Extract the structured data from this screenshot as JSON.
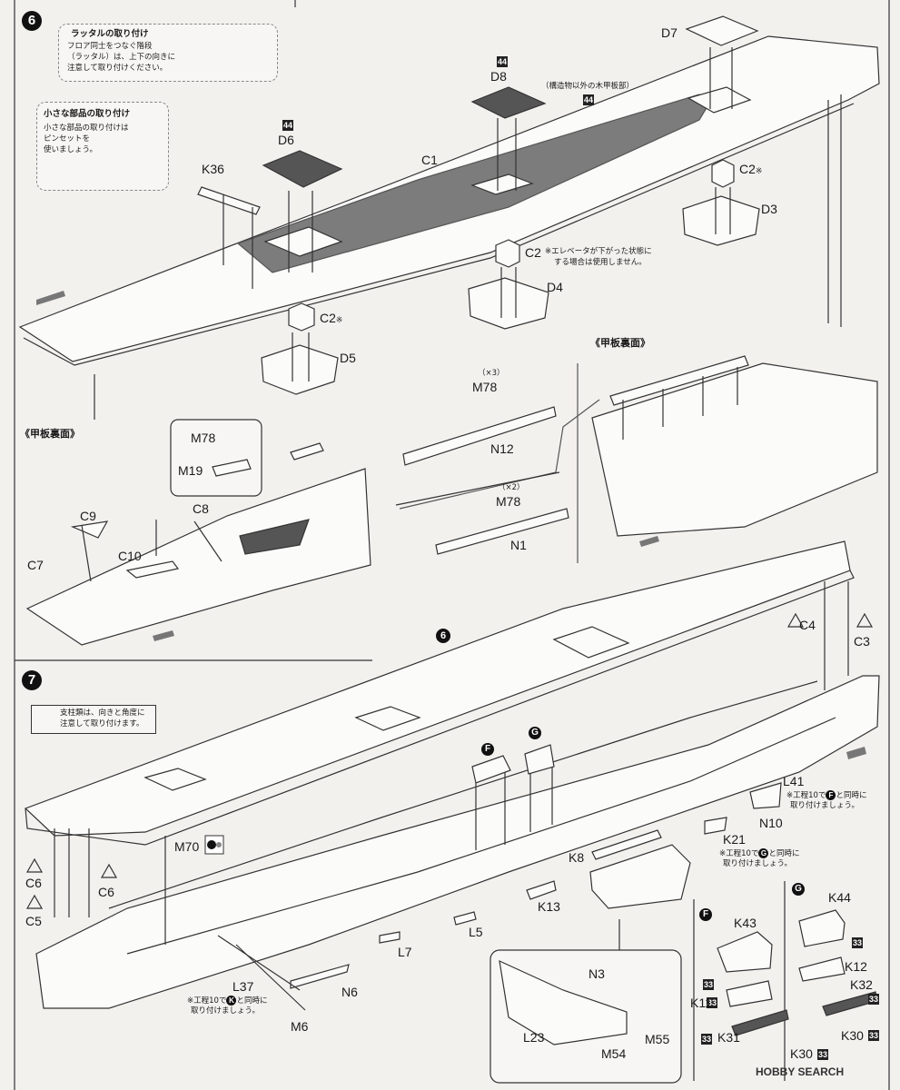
{
  "steps": {
    "six": "6",
    "seven": "7"
  },
  "notes": {
    "ladder_title": "ラッタルの取り付け",
    "ladder_body_1": "フロア同士をつなぐ階段",
    "ladder_body_2": "（ラッタル）は、上下の向きに",
    "ladder_body_3": "注意して取り付けください。",
    "small_title": "小さな部品の取り付け",
    "small_body_1": "小さな部品の取り付けは",
    "small_body_2": "ピンセットを",
    "small_body_3": "使いましょう。",
    "wood_deck": "（構造物以外の木甲板部）",
    "elevator_1": "※エレベータが下がった状態に",
    "elevator_2": "する場合は使用しません。",
    "underside_left": "《甲板裏面》",
    "underside_right": "《甲板裏面》",
    "warn_1": "支柱類は、向きと角度に",
    "warn_2": "注意して取り付けます。",
    "l41_1": "※工程10で",
    "l41_circle": "F",
    "l41_2": "と同時に",
    "l41_3": "取り付けましょう。",
    "k21_1": "※工程10で",
    "k21_circle": "G",
    "k21_2": "と同時に",
    "k21_3": "取り付けましょう。",
    "l37_1": "※工程10で",
    "l37_circle": "K",
    "l37_2": "と同時に",
    "l37_3": "取り付けましょう。"
  },
  "paint": {
    "d6": "44",
    "d8": "44",
    "deck": "44",
    "k11": "33",
    "k31": "33",
    "k43": "33",
    "k12": "33",
    "k32": "33",
    "k30a": "33",
    "k30b": "33"
  },
  "parts": {
    "d7": "D7",
    "d8": "D8",
    "d6": "D6",
    "c1": "C1",
    "k36": "K36",
    "c2_a": "C2",
    "c2_a_mark": "※",
    "c2_b": "C2",
    "c2_c": "C2",
    "c2_c_mark": "※",
    "d3": "D3",
    "d4": "D4",
    "d5": "D5",
    "m78_qty": "（×3）",
    "m78_a": "M78",
    "n12": "N12",
    "m78_qty2": "（×2）",
    "m78_b": "M78",
    "n1": "N1",
    "m78_c": "M78",
    "m19": "M19",
    "c9": "C9",
    "c8": "C8",
    "c7": "C7",
    "c10": "C10",
    "c4": "C4",
    "c3": "C3",
    "c6_a": "C6",
    "c6_b": "C6",
    "c5": "C5",
    "m70": "M70",
    "f_circle": "F",
    "g_circle": "G",
    "l41": "L41",
    "n10": "N10",
    "k21": "K21",
    "k8": "K8",
    "k13": "K13",
    "l5": "L5",
    "l7": "L7",
    "l37": "L37",
    "n6": "N6",
    "m6": "M6",
    "n3": "N3",
    "l23": "L23",
    "m54": "M54",
    "m55": "M55",
    "f_box": "F",
    "k43": "K43",
    "k11": "K11",
    "k31": "K31",
    "g_box": "G",
    "k44": "K44",
    "k12": "K12",
    "k32": "K32",
    "k30_a": "K30",
    "k30_b": "K30"
  },
  "watermark": "HOBBY SEARCH"
}
